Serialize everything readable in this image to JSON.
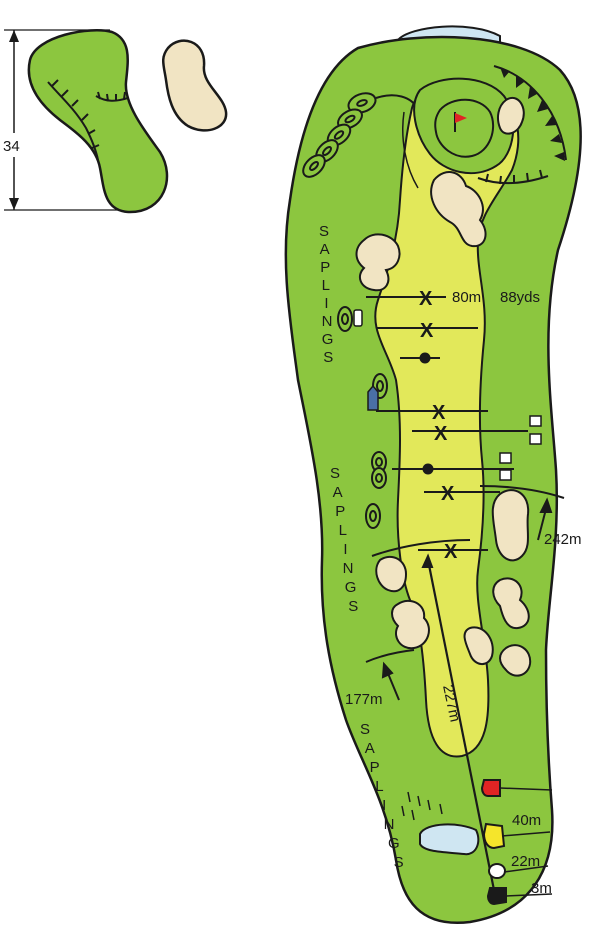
{
  "hole_diagram": {
    "green_inset": {
      "depth_label": "34"
    },
    "labels": {
      "saplings_top": "SAPLINGS",
      "saplings_middle": "SAPLINGS",
      "saplings_bottom": "SAPLINGS"
    },
    "distance_markers": {
      "yardage_80": "80m",
      "yardage_88": "88yds",
      "dogleg_242": "242m",
      "carry_177": "177m",
      "line_227": "227m",
      "tee_40": "40m",
      "tee_22": "22m",
      "tee_3": "3m"
    },
    "colors": {
      "rough": "#8cc63f",
      "fairway": "#e2e85a",
      "bunker": "#f1e4c3",
      "water": "#cfe6f2",
      "tee_red": "#e02424",
      "tee_yellow": "#f5e52b",
      "tee_white": "#ffffff",
      "tee_black": "#1a1a1a",
      "flag": "#e02424",
      "marker_blue": "#4a6fa5"
    }
  }
}
